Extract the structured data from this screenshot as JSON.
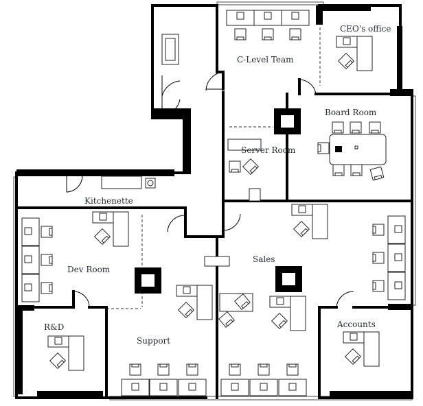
{
  "plan": {
    "rooms": {
      "c_level": "C-Level Team",
      "ceo": "CEO's office",
      "board": "Board Room",
      "server": "Server Room",
      "kitchen": "Kitchenette",
      "dev": "Dev Room",
      "sales": "Sales",
      "rnd": "R&D",
      "support": "Support",
      "accounts": "Accounts"
    }
  }
}
